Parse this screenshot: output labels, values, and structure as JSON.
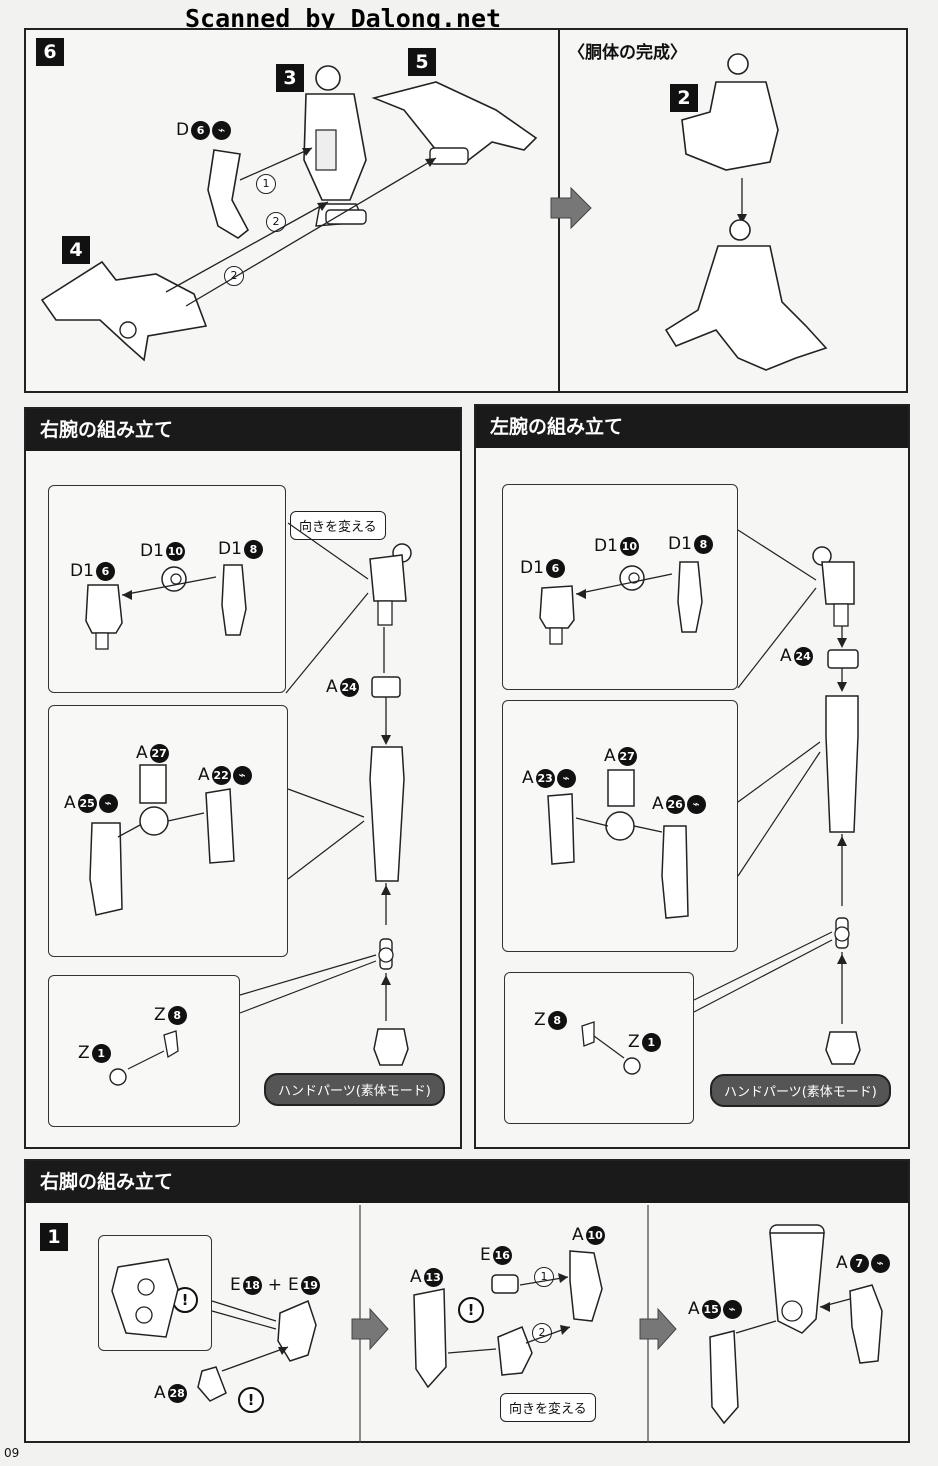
{
  "watermark": "Scanned by Dalong.net",
  "page_number": "09",
  "step6": {
    "number": "6",
    "callouts": [
      "3",
      "5",
      "4",
      "2"
    ],
    "parts": {
      "d6": "D"
    },
    "arrows": [
      "1",
      "2",
      "2"
    ],
    "completion_label": "〈胴体の完成〉"
  },
  "right_arm": {
    "title": "右腕の組み立て",
    "callout": "向きを変える",
    "pill": "ハンドパーツ(素体モード)",
    "parts": {
      "d16": "D1",
      "d16n": "6",
      "d110": "D1",
      "d110n": "10",
      "d18": "D1",
      "d18n": "8",
      "a24": "A",
      "a24n": "24",
      "a27": "A",
      "a27n": "27",
      "a22": "A",
      "a22n": "22",
      "a25": "A",
      "a25n": "25",
      "z8": "Z",
      "z8n": "8",
      "z1": "Z",
      "z1n": "1"
    }
  },
  "left_arm": {
    "title": "左腕の組み立て",
    "pill": "ハンドパーツ(素体モード)",
    "parts": {
      "d16": "D1",
      "d16n": "6",
      "d110": "D1",
      "d110n": "10",
      "d18": "D1",
      "d18n": "8",
      "a24": "A",
      "a24n": "24",
      "a27": "A",
      "a27n": "27",
      "a23": "A",
      "a23n": "23",
      "a26": "A",
      "a26n": "26",
      "z8": "Z",
      "z8n": "8",
      "z1": "Z",
      "z1n": "1"
    }
  },
  "right_leg": {
    "title": "右脚の組み立て",
    "step": "1",
    "callout": "向きを変える",
    "plus": "+",
    "parts": {
      "e18": "E",
      "e18n": "18",
      "e19": "E",
      "e19n": "19",
      "a28": "A",
      "a28n": "28",
      "e16": "E",
      "e16n": "16",
      "a10": "A",
      "a10n": "10",
      "a13": "A",
      "a13n": "13",
      "a15": "A",
      "a15n": "15",
      "a7": "A",
      "a7n": "7"
    },
    "arrows": [
      "1",
      "2"
    ]
  },
  "glyphs": {
    "cut": "⌁",
    "exclaim": "!"
  }
}
